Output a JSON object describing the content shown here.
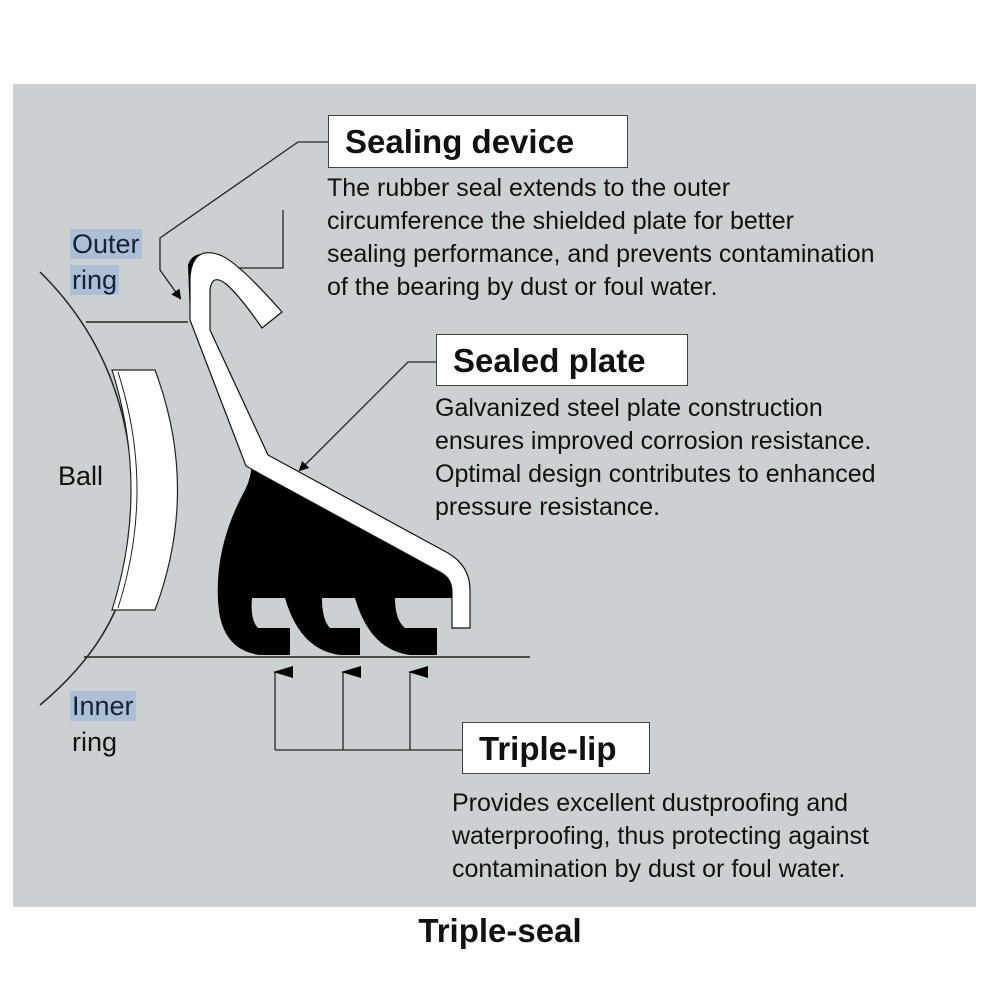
{
  "labels": {
    "outer_ring": [
      "Outer",
      "ring"
    ],
    "inner_ring": [
      "Inner",
      "ring"
    ],
    "ball": "Ball"
  },
  "callouts": {
    "sealing_device": {
      "title": "Sealing device",
      "lines": [
        "The rubber seal extends to the outer",
        "circumference the shielded plate for better",
        "sealing performance, and prevents contamination",
        "of the bearing by dust or foul water."
      ]
    },
    "sealed_plate": {
      "title": "Sealed plate",
      "lines": [
        "Galvanized steel plate construction",
        "ensures improved corrosion resistance.",
        "Optimal design contributes to enhanced",
        "pressure resistance."
      ]
    },
    "triple_lip": {
      "title": "Triple-lip",
      "lines": [
        "Provides excellent dustproofing and",
        "waterproofing, thus protecting against",
        "contamination by dust or foul water."
      ]
    }
  },
  "caption": "Triple-seal",
  "colors": {
    "panel": "#cbd0d3",
    "highlight": "#adbfd6",
    "rubber": "#000000",
    "plate": "#ffffff"
  }
}
